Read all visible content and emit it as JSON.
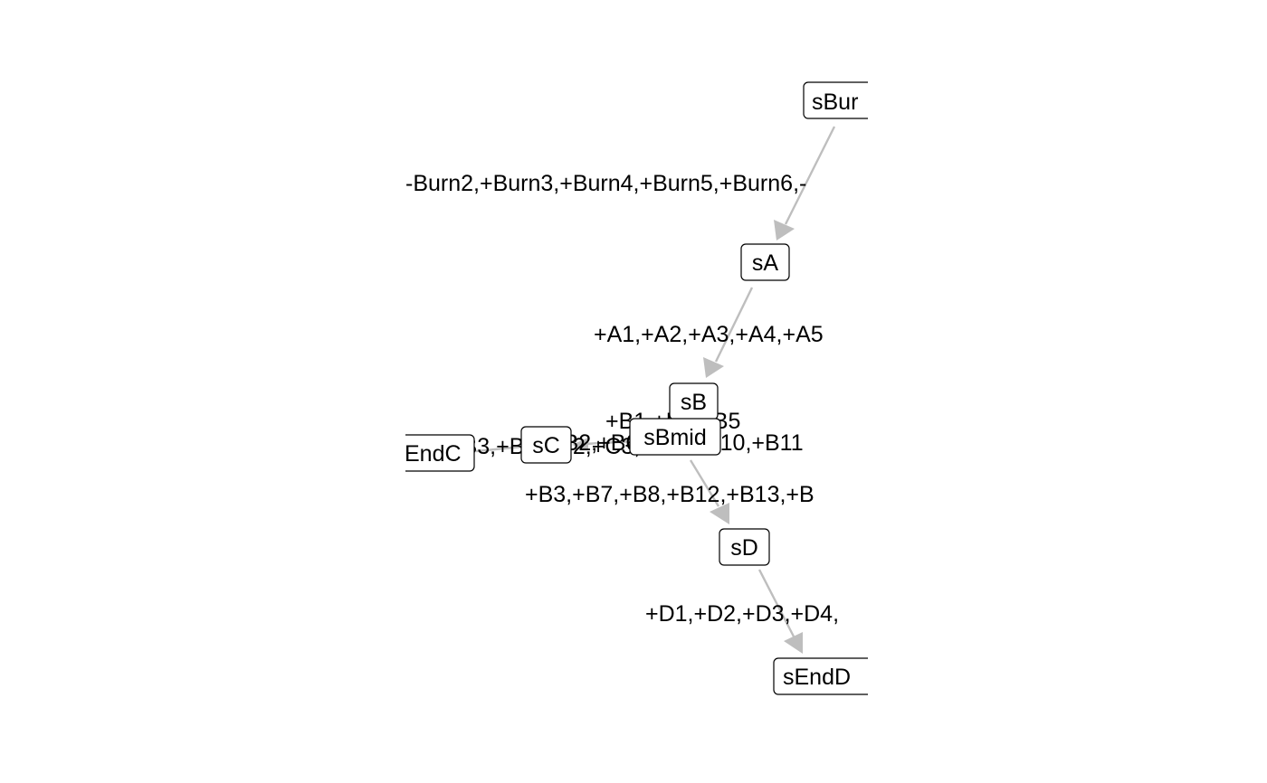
{
  "diagram": {
    "edge_color": "#bebebe",
    "nodes": {
      "sBurn": "sBur",
      "sA": "sA",
      "sB": "sB",
      "sBmid": "sBmid",
      "sC": "sC",
      "sEndC": "EndC",
      "sD": "sD",
      "sEndD": "sEndD"
    },
    "edge_labels": {
      "burn_to_a": "-Burn2,+Burn3,+Burn4,+Burn5,+Burn6,-",
      "a_to_b": "+A1,+A2,+A3,+A4,+A5",
      "b_to_bmid": "+B1,+B4,+B5",
      "bmid_to_c": "+B2,+B6,+B9,+B10,+B11",
      "c_to_endc": "+B3,+B1,+C2,+C3,+C4",
      "bmid_to_d": "+B3,+B7,+B8,+B12,+B13,+B",
      "d_to_endd": "+D1,+D2,+D3,+D4,"
    }
  }
}
